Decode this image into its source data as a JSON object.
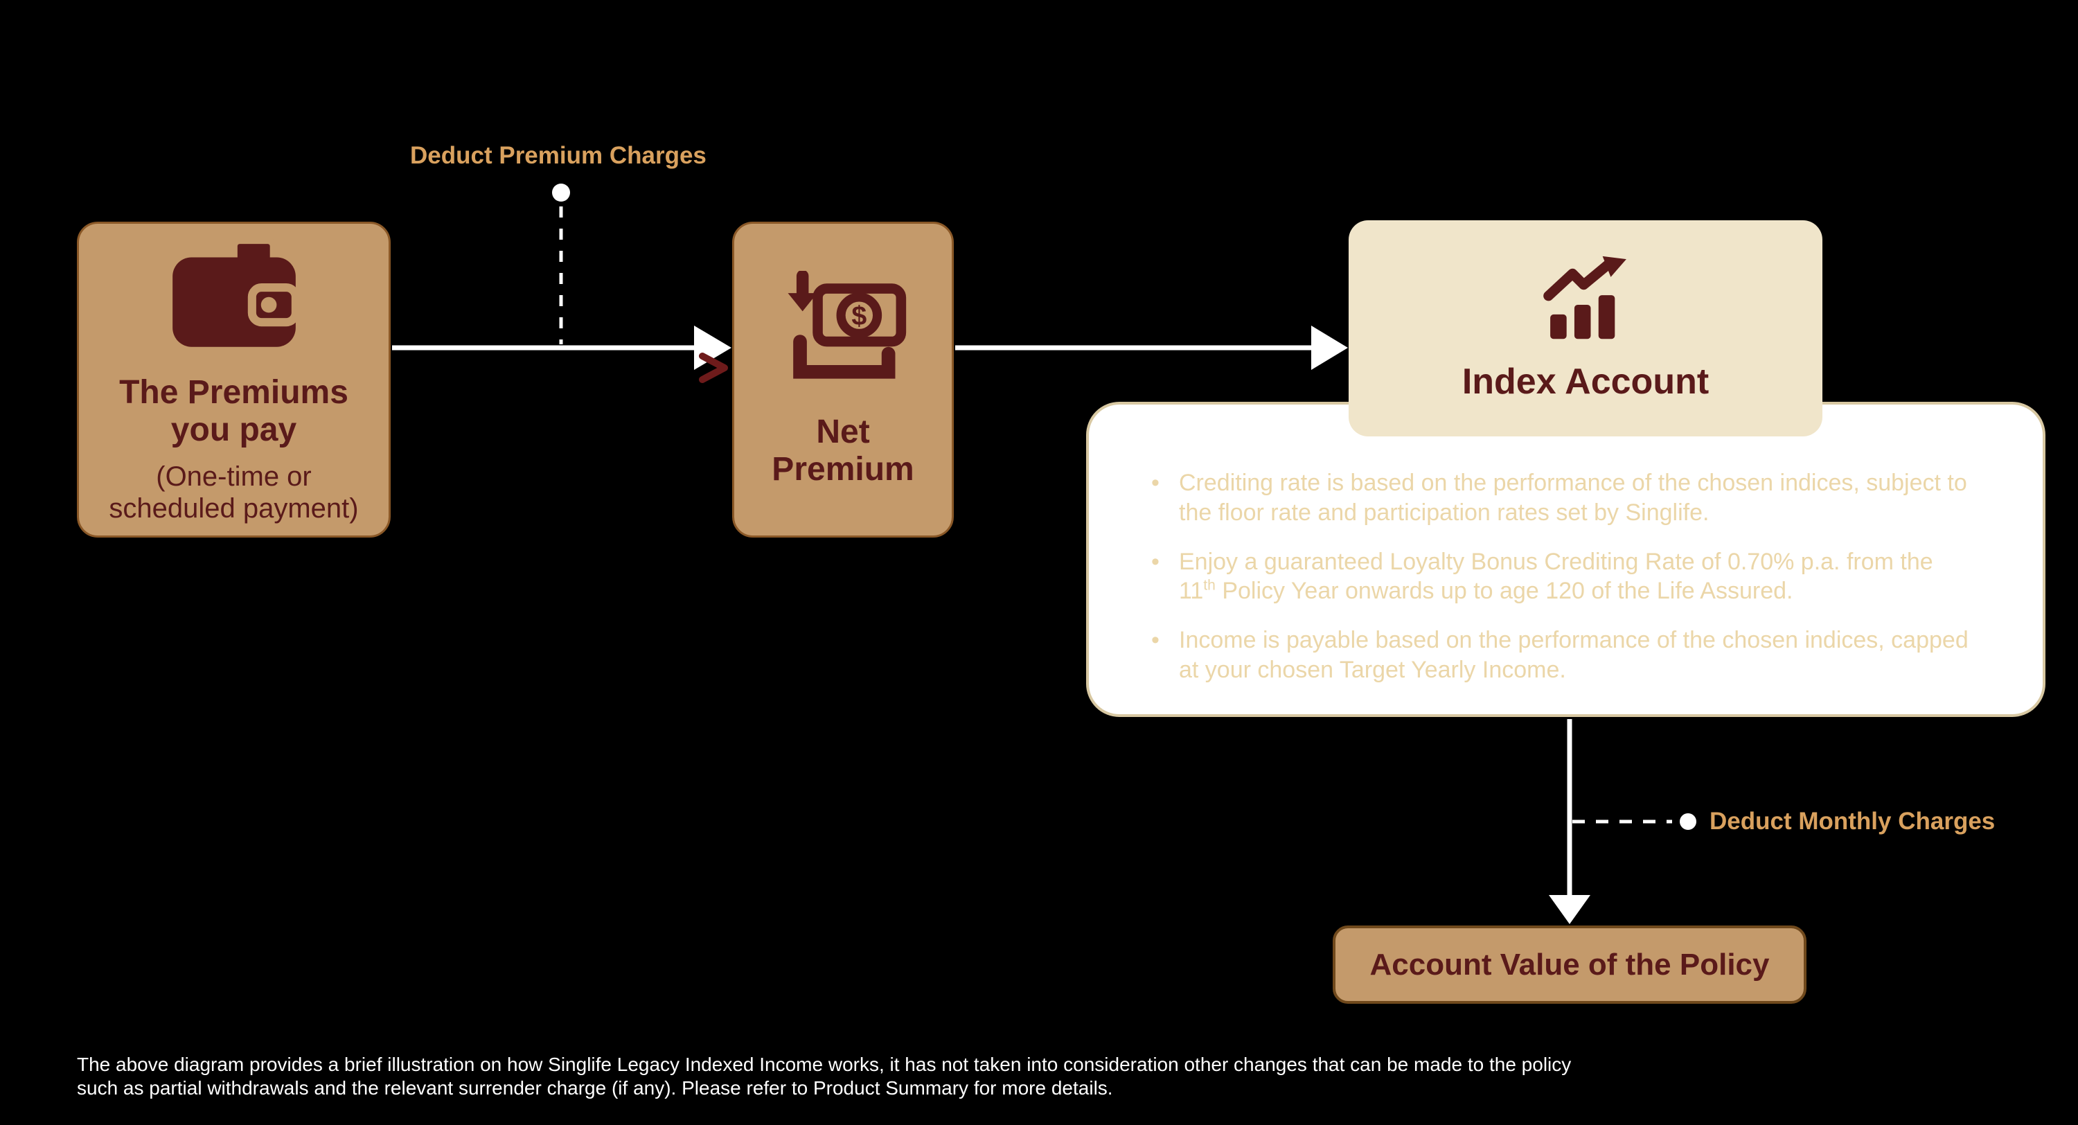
{
  "colors": {
    "background": "#000000",
    "box_tan": "#C49A6B",
    "box_cream": "#F0E5CA",
    "maroon_text": "#5A1A1A",
    "annotation_tan": "#D9A15E",
    "bullet_text": "#EBD6A8",
    "connector_white": "#FFFFFF"
  },
  "annotations": {
    "deduct_premium_charges": "Deduct Premium Charges",
    "deduct_monthly_charges": "Deduct Monthly Charges"
  },
  "boxes": {
    "premiums": {
      "title": "The Premiums you pay",
      "subtitle": "(One-time or scheduled payment)"
    },
    "net_premium": {
      "title": "Net Premium"
    },
    "index_account": {
      "title": "Index Account"
    },
    "account_value": {
      "title": "Account Value of the Policy"
    }
  },
  "panel": {
    "bullets": [
      {
        "text": "Crediting rate is based on the performance of the chosen indices, subject to the floor rate and participation rates set by Singlife."
      },
      {
        "pre": "Enjoy a guaranteed Loyalty Bonus Crediting Rate of 0.70% p.a. from the 11",
        "sup": "th",
        "post": " Policy Year onwards up to age 120 of the Life Assured."
      },
      {
        "text": "Income is payable based on the performance of the chosen indices, capped at your chosen Target Yearly Income."
      }
    ]
  },
  "icons": {
    "dollar_sign": "$"
  },
  "footer": {
    "line1": "The above diagram provides a brief illustration on how Singlife Legacy Indexed Income works, it has not taken into consideration other changes that can be made to the policy",
    "line2": "such as partial withdrawals and the relevant surrender charge (if any). Please refer to Product Summary for more details."
  }
}
